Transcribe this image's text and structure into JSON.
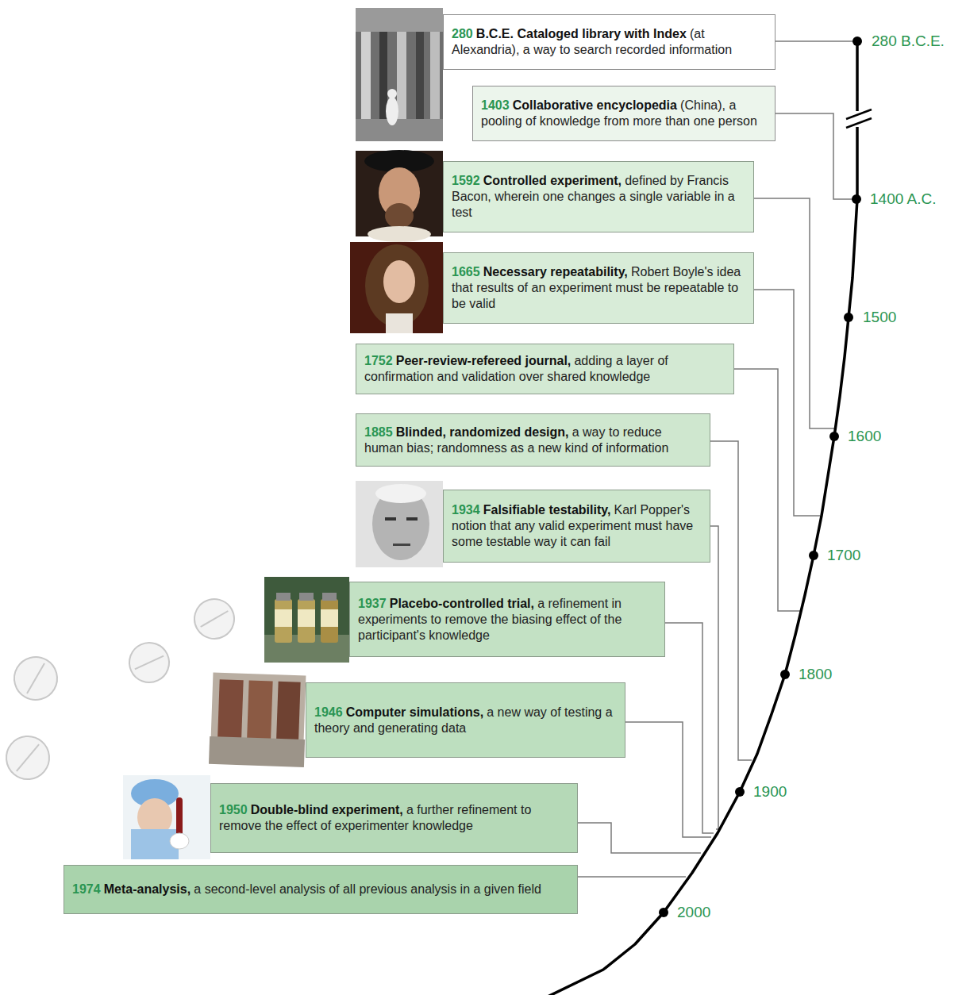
{
  "diagram": {
    "nodes": [
      {
        "text": [
          "280",
          "B.C.E. Cataloged library with Index",
          "(at Alexandria), a way to search recorded information"
        ]
      },
      {
        "text": [
          "1403",
          "Collaborative encyclopedia",
          "(China), a pooling of knowledge from more than one person"
        ]
      },
      {
        "text": [
          "1592",
          "Controlled experiment,",
          "defined by Francis Bacon, wherein one changes a single variable in a test"
        ]
      },
      {
        "text": [
          "1665",
          "Necessary repeatability,",
          "Robert Boyle's idea that results of an experiment must be repeatable to be valid"
        ]
      },
      {
        "text": [
          "1752",
          "Peer-review-refereed journal,",
          "adding a layer of confirmation and validation over shared knowledge"
        ]
      },
      {
        "text": [
          "1885",
          "Blinded, randomized design,",
          "a way to reduce human bias; randomness as a new kind of information"
        ]
      },
      {
        "text": [
          "1934",
          "Falsifiable testability,",
          "Karl Popper's notion that any valid experiment must have some testable way it can fail"
        ]
      },
      {
        "text": [
          "1937",
          "Placebo-controlled trial,",
          "a refinement in experiments to remove the biasing effect of the participant's knowledge"
        ]
      },
      {
        "text": [
          "1946",
          "Computer simulations,",
          "a new way of testing a theory and generating data"
        ]
      },
      {
        "text": [
          "1950",
          "Double-blind experiment,",
          "a further refinement to remove the effect of experimenter knowledge"
        ]
      },
      {
        "text": [
          "1974",
          "Meta-analysis,",
          "a second-level analysis of all previous analysis in a given field"
        ]
      }
    ],
    "labels": [
      "280 B.C.E.",
      "1400 A.C.",
      "1500",
      "1600",
      "1700",
      "1800",
      "1900",
      "2000"
    ]
  }
}
